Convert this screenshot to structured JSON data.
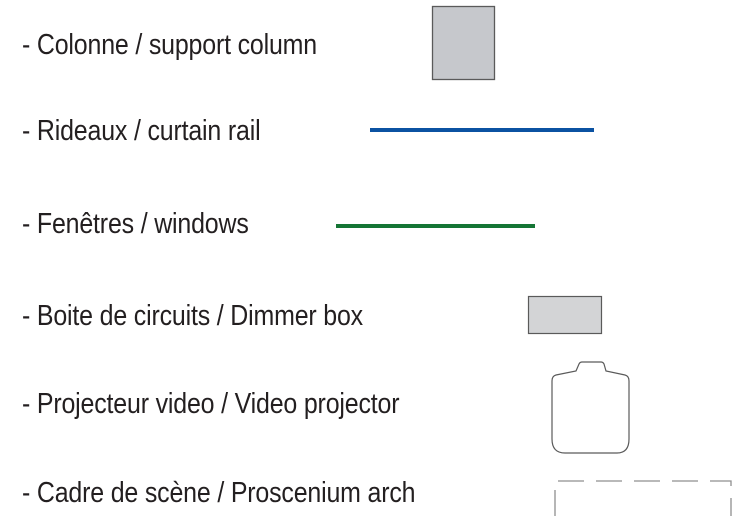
{
  "legend": {
    "items": [
      {
        "label": "- Colonne / support column",
        "symbol": "support-column-symbol"
      },
      {
        "label": "- Rideaux / curtain rail",
        "symbol": "curtain-rail-line"
      },
      {
        "label": "- Fenêtres / windows",
        "symbol": "window-line"
      },
      {
        "label": "- Boite de circuits / Dimmer box",
        "symbol": "dimmer-box-symbol"
      },
      {
        "label": "- Projecteur video / Video projector",
        "symbol": "video-projector-icon"
      },
      {
        "label": "- Cadre de scène / Proscenium arch",
        "symbol": "proscenium-arch-symbol"
      }
    ]
  },
  "colors": {
    "text": "#231f20",
    "column_fill": "#c6c8cc",
    "dimmer_fill": "#d3d4d6",
    "curtain_rail": "#0b52a2",
    "windows": "#157535",
    "outline": "#5a5a5a",
    "proscenium": "#8f8f8f"
  }
}
